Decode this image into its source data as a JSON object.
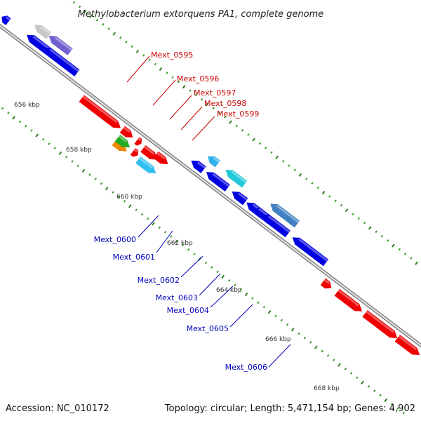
{
  "title": "Methylobacterium extorquens PA1, complete genome",
  "footer": {
    "accession": "Accession: NC_010172",
    "summary": "Topology: circular; Length: 5,471,154 bp; Genes: 4,902"
  },
  "scale": {
    "labels": [
      "656 kbp",
      "658 kbp",
      "660 kbp",
      "662 kbp",
      "664 kbp",
      "666 kbp",
      "668 kbp"
    ]
  },
  "colors": {
    "backbone": "#8a8a8a",
    "forward_gene": "#e00000",
    "reverse_gene": "#0000d0",
    "tick_major": "#2e7d1e",
    "tick_minor": "#3a9a2a",
    "label_forward": "#cc0000",
    "label_reverse": "#0000bb"
  },
  "labels_forward": [
    "Mext_0595",
    "Mext_0596",
    "Mext_0597",
    "Mext_0598",
    "Mext_0599"
  ],
  "labels_reverse": [
    "Mext_0600",
    "Mext_0601",
    "Mext_0602",
    "Mext_0603",
    "Mext_0604",
    "Mext_0605",
    "Mext_0606"
  ],
  "genes": [
    {
      "strand": "reverse",
      "color": "#0000e8"
    },
    {
      "strand": "reverse",
      "color": "#0000e0"
    },
    {
      "strand": "reverse",
      "color": "#c8c8c8"
    },
    {
      "strand": "reverse",
      "color": "#0000e0"
    },
    {
      "strand": "reverse",
      "color": "#7060d0"
    },
    {
      "strand": "forward",
      "color": "#ee0000"
    },
    {
      "strand": "forward",
      "color": "#ee0000"
    },
    {
      "strand": "forward",
      "color": "#ee8800"
    },
    {
      "strand": "forward",
      "color": "#22aa22"
    },
    {
      "strand": "forward",
      "color": "#ee0000"
    },
    {
      "strand": "forward",
      "color": "#ee0000"
    },
    {
      "strand": "forward",
      "color": "#ee0000"
    },
    {
      "strand": "forward",
      "color": "#30c0f0"
    },
    {
      "strand": "forward",
      "color": "#ee0000"
    },
    {
      "strand": "reverse",
      "color": "#0000e0"
    },
    {
      "strand": "reverse",
      "color": "#30b0e8"
    },
    {
      "strand": "reverse",
      "color": "#0000e0"
    },
    {
      "strand": "reverse",
      "color": "#20c8d8"
    },
    {
      "strand": "reverse",
      "color": "#0000e0"
    },
    {
      "strand": "reverse",
      "color": "#0000e0"
    },
    {
      "strand": "reverse",
      "color": "#0000e0"
    },
    {
      "strand": "reverse",
      "color": "#0000e0"
    },
    {
      "strand": "reverse",
      "color": "#4080c0"
    },
    {
      "strand": "reverse",
      "color": "#0000e0"
    },
    {
      "strand": "forward",
      "color": "#ee0000"
    },
    {
      "strand": "forward",
      "color": "#ee0000"
    },
    {
      "strand": "forward",
      "color": "#ee0000"
    },
    {
      "strand": "forward",
      "color": "#ee0000"
    }
  ]
}
